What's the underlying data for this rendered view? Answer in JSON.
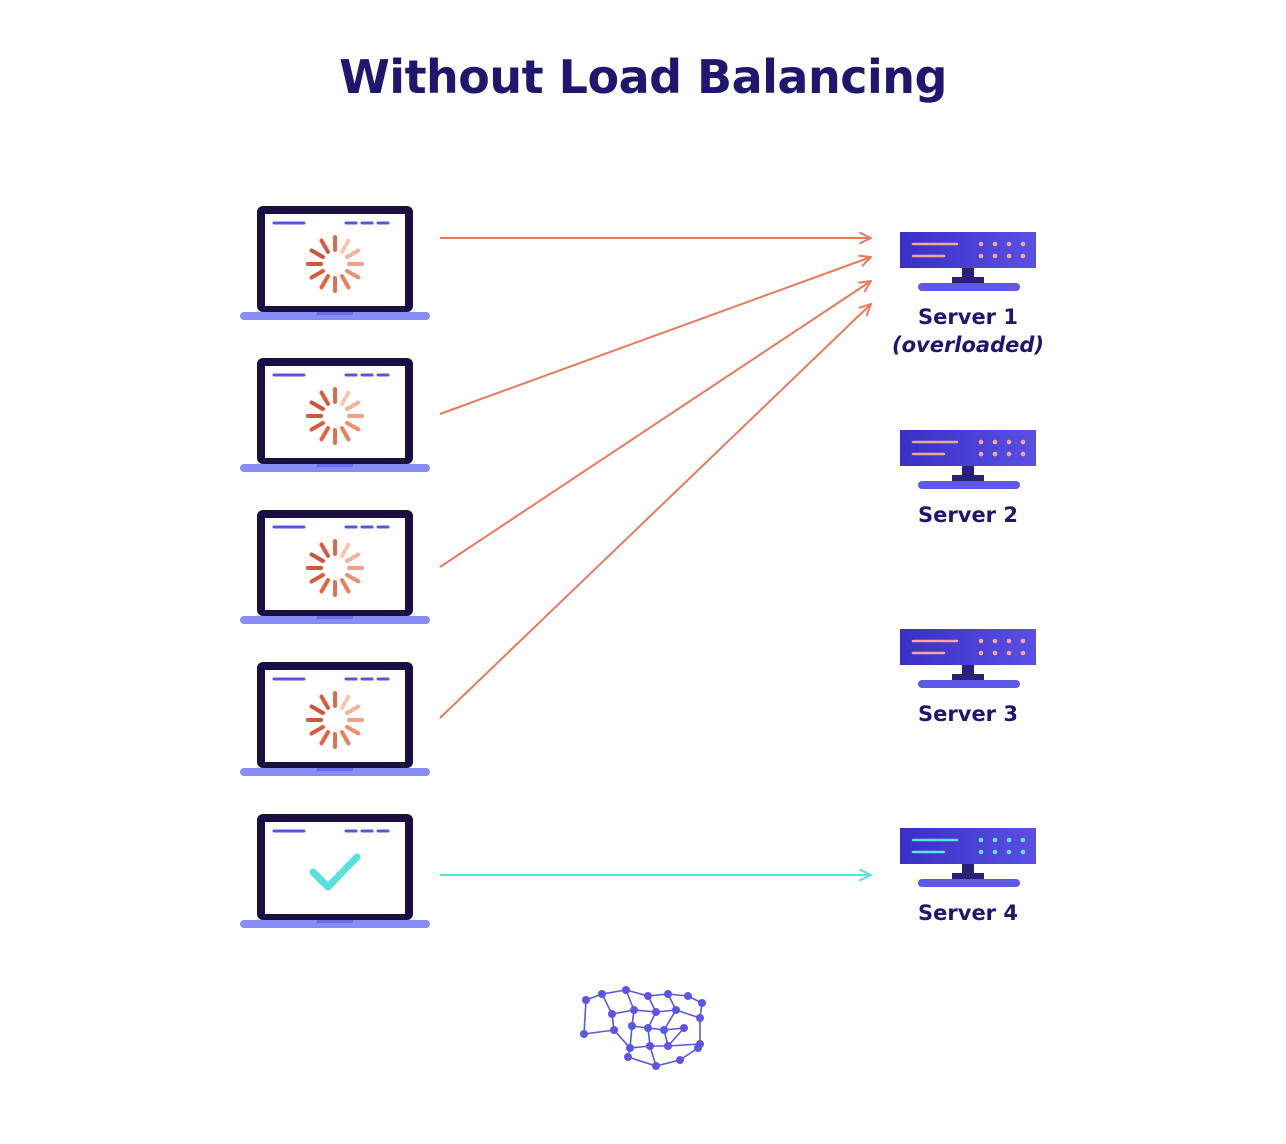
{
  "title": "Without Load Balancing",
  "colors": {
    "navy": "#1f1670",
    "laptop_frame": "#1a0f40",
    "laptop_base": "#8a8cf5",
    "server_body": "#4c43d6",
    "server_stand": "#5e58e8",
    "overloaded_arrow": "#ea7a5c",
    "ok_arrow": "#56e0e0",
    "logo": "#5a57e8"
  },
  "clients": [
    {
      "name": "client-1",
      "status": "loading",
      "target": 0
    },
    {
      "name": "client-2",
      "status": "loading",
      "target": 0
    },
    {
      "name": "client-3",
      "status": "loading",
      "target": 0
    },
    {
      "name": "client-4",
      "status": "loading",
      "target": 0
    },
    {
      "name": "client-5",
      "status": "ok",
      "target": 3
    }
  ],
  "servers": [
    {
      "label": "Server 1",
      "sublabel": "(overloaded)",
      "state": "overloaded"
    },
    {
      "label": "Server 2",
      "sublabel": "",
      "state": "idle"
    },
    {
      "label": "Server 3",
      "sublabel": "",
      "state": "idle"
    },
    {
      "label": "Server 4",
      "sublabel": "",
      "state": "active"
    }
  ],
  "icons": {
    "loading": "spinner-icon",
    "ok": "checkmark-icon",
    "logo": "network-cube-logo"
  }
}
